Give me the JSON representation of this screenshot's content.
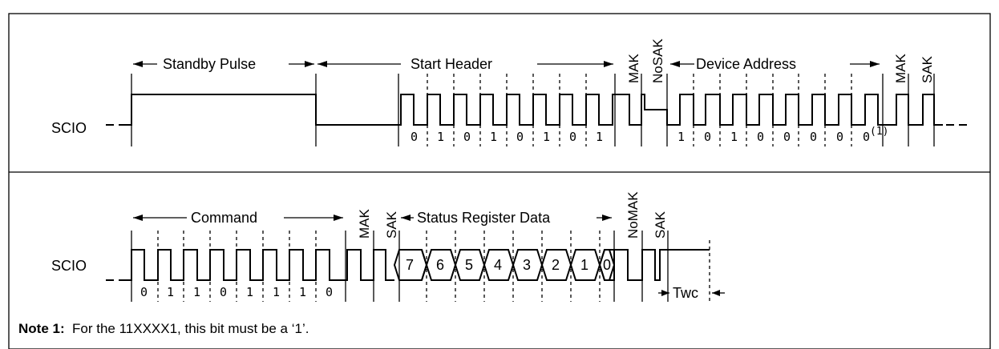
{
  "row1": {
    "signal": "SCIO",
    "standby_label": "Standby Pulse",
    "header_label": "Start Header",
    "address_label": "Device Address",
    "header_bits": [
      "0",
      "1",
      "0",
      "1",
      "0",
      "1",
      "0",
      "1"
    ],
    "address_bits": [
      "1",
      "0",
      "1",
      "0",
      "0",
      "0",
      "0",
      "0"
    ],
    "footnote_mark": "(1)",
    "mak1": "MAK",
    "nosak": "NoSAK",
    "mak2": "MAK",
    "sak1": "SAK"
  },
  "row2": {
    "signal": "SCIO",
    "command_label": "Command",
    "status_label": "Status Register Data",
    "command_bits": [
      "0",
      "1",
      "1",
      "0",
      "1",
      "1",
      "1",
      "0"
    ],
    "data_bits": [
      "7",
      "6",
      "5",
      "4",
      "3",
      "2",
      "1",
      "0"
    ],
    "mak": "MAK",
    "sak1": "SAK",
    "nomak": "NoMAK",
    "sak2": "SAK",
    "twc": "Twc"
  },
  "note": {
    "label": "Note 1:",
    "text": "For the 11XXXX1, this bit must be a ‘1’."
  }
}
